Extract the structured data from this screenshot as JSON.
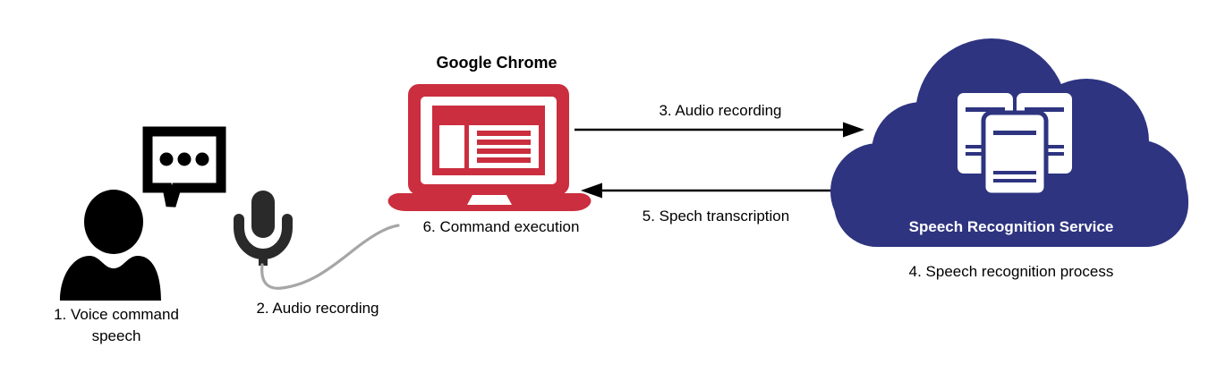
{
  "diagram": {
    "title_visible": false,
    "background": "#ffffff",
    "colors": {
      "chrome_red": "#cb2e3e",
      "cloud_blue": "#2e3480",
      "icon_black": "#000000",
      "mic_dark": "#2a2a2a",
      "cable_gray": "#a6a6a6",
      "arrow_black": "#000000",
      "white": "#ffffff"
    },
    "nodes": [
      {
        "id": "user",
        "icon": "person-speaking-icon",
        "caption": "1. Voice command\nspeech",
        "caption_line1": "1. Voice command",
        "caption_line2": "speech"
      },
      {
        "id": "microphone",
        "icon": "microphone-icon",
        "caption": "2. Audio recording"
      },
      {
        "id": "laptop",
        "icon": "laptop-icon",
        "title": "Google Chrome",
        "caption": "6. Command execution"
      },
      {
        "id": "cloud",
        "icon": "cloud-servers-icon",
        "title": "Speech Recognition Service",
        "caption": "4. Speech recognition process"
      }
    ],
    "edges": [
      {
        "id": "laptop-to-cloud",
        "label": "3. Audio recording",
        "direction": "right",
        "from": "laptop",
        "to": "cloud"
      },
      {
        "id": "cloud-to-laptop",
        "label": "5. Spech transcription",
        "direction": "left",
        "from": "cloud",
        "to": "laptop"
      },
      {
        "id": "mic-to-laptop",
        "label": "",
        "direction": "curve",
        "from": "microphone",
        "to": "laptop"
      }
    ]
  }
}
